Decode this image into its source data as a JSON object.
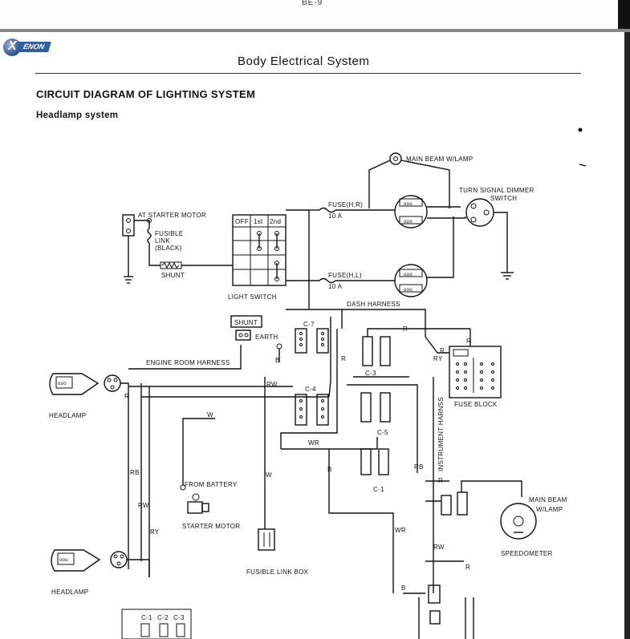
{
  "page_number": "BE-9",
  "logo": {
    "letter": "X",
    "word": "ENON"
  },
  "header": {
    "title": "Body Electrical System"
  },
  "section_title": "CIRCUIT DIAGRAM OF LIGHTING SYSTEM",
  "subsection_title": "Headlamp system",
  "labels": {
    "main_beam_w_lamp_top": "MAIN BEAM W/LAMP",
    "turn_signal_dimmer_switch_1": "TURN SIGNAL DIMMER",
    "turn_signal_dimmer_switch_2": "SWITCH",
    "at_starter_motor": "AT STARTER MOTOR",
    "fusible_link_1": "FUSIBLE",
    "fusible_link_2": "LINK",
    "fusible_link_3": "(BLACK)",
    "shunt_small": "SHUNT",
    "switch_off": "OFF",
    "switch_1st": "1st",
    "switch_2nd": "2nd",
    "light_switch": "LIGHT SWITCH",
    "fuse_hr": "FUSE(H,R)",
    "fuse_hr_amp": "10 A",
    "fuse_hl": "FUSE(H,L)",
    "fuse_hl_amp": "10 A",
    "dash_harness": "DASH HARNESS",
    "shunt_box": "SHUNT",
    "earth": "EARTH",
    "c7": "C-7",
    "c3": "C-3",
    "c4": "C-4",
    "c5": "C-5",
    "c1": "C-1",
    "engine_room_harness": "ENGINE ROOM HARNESS",
    "headlamp_top": "HEADLAMP",
    "headlamp_bottom": "HEADLAMP",
    "fuse_block": "FUSE BLOCK",
    "instrument_harness": "INSTRUMENT HARNSS",
    "from_battery": "FROM BATTERY",
    "starter_motor": "STARTER MOTOR",
    "fusible_link_box": "FUSIBLE LINK BOX",
    "main_beam_right_1": "MAIN BEAM",
    "main_beam_right_2": "W/LAMP",
    "speedometer": "SPEEDOMETER",
    "legend_c1": "C-1",
    "legend_c2": "C-2",
    "legend_c3": "C-3"
  },
  "wire_codes": {
    "r_1": "R",
    "r_2": "R",
    "r_3": "R",
    "r_4": "R",
    "r_5": "R",
    "r_6": "R",
    "r_7": "R",
    "ry_1": "RY",
    "ry_2": "RY",
    "rw_1": "RW",
    "rw_2": "RW",
    "rw_3": "RW",
    "rb_1": "RB",
    "rb_2": "RB",
    "wr_1": "WR",
    "wr_2": "WR",
    "w_1": "W",
    "w_2": "W",
    "b_1": "B",
    "b_2": "B",
    "b_3": "B"
  }
}
